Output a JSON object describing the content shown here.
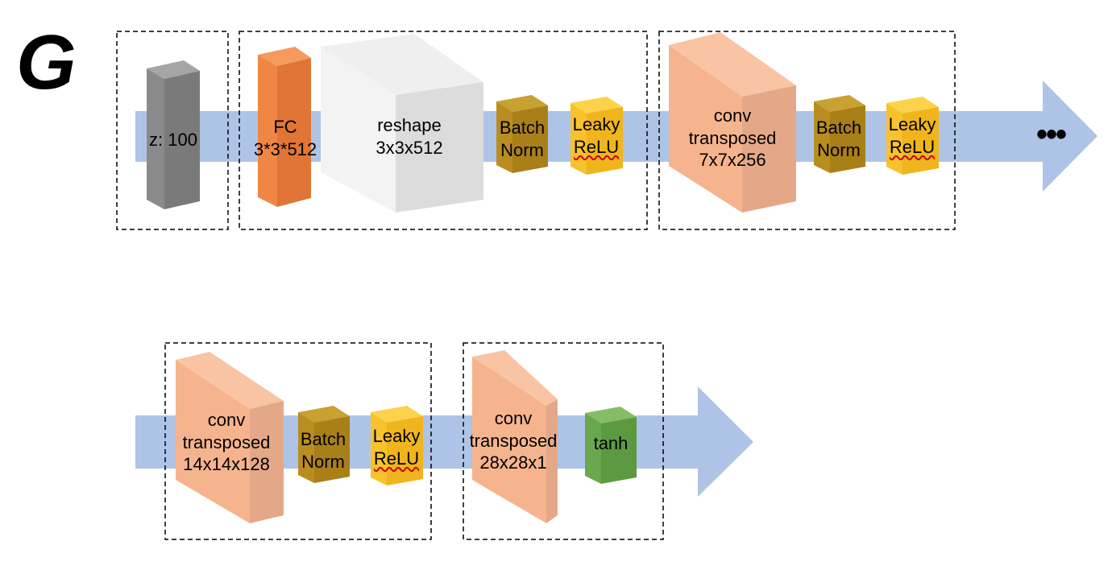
{
  "title_letter": "G",
  "colors": {
    "arrow": "#aec4e6",
    "input_block": "#8a8a8a",
    "fc_block": "#ef8644",
    "reshape_block": "#e4e4e4",
    "conv_block": "#f5b48e",
    "batchnorm_block": "#b98d1f",
    "leakyrelu_block": "#f7c22b",
    "tanh_block": "#6aa84f",
    "squiggle_underline": "#d0021b"
  },
  "row1": {
    "input": "z: 100",
    "fc_line1": "FC",
    "fc_line2": "3*3*512",
    "reshape_line1": "reshape",
    "reshape_line2": "3x3x512",
    "bn1_line1": "Batch",
    "bn1_line2": "Norm",
    "lr1_line1": "Leaky",
    "lr1_line2": "ReLU",
    "conv1_line1": "conv",
    "conv1_line2": "transposed",
    "conv1_line3": "7x7x256",
    "bn2_line1": "Batch",
    "bn2_line2": "Norm",
    "lr2_line1": "Leaky",
    "lr2_line2": "ReLU",
    "continuation": "•••"
  },
  "row2": {
    "conv2_line1": "conv",
    "conv2_line2": "transposed",
    "conv2_line3": "14x14x128",
    "bn3_line1": "Batch",
    "bn3_line2": "Norm",
    "lr3_line1": "Leaky",
    "lr3_line2": "ReLU",
    "conv3_line1": "conv",
    "conv3_line2": "transposed",
    "conv3_line3": "28x28x1",
    "tanh": "tanh"
  }
}
